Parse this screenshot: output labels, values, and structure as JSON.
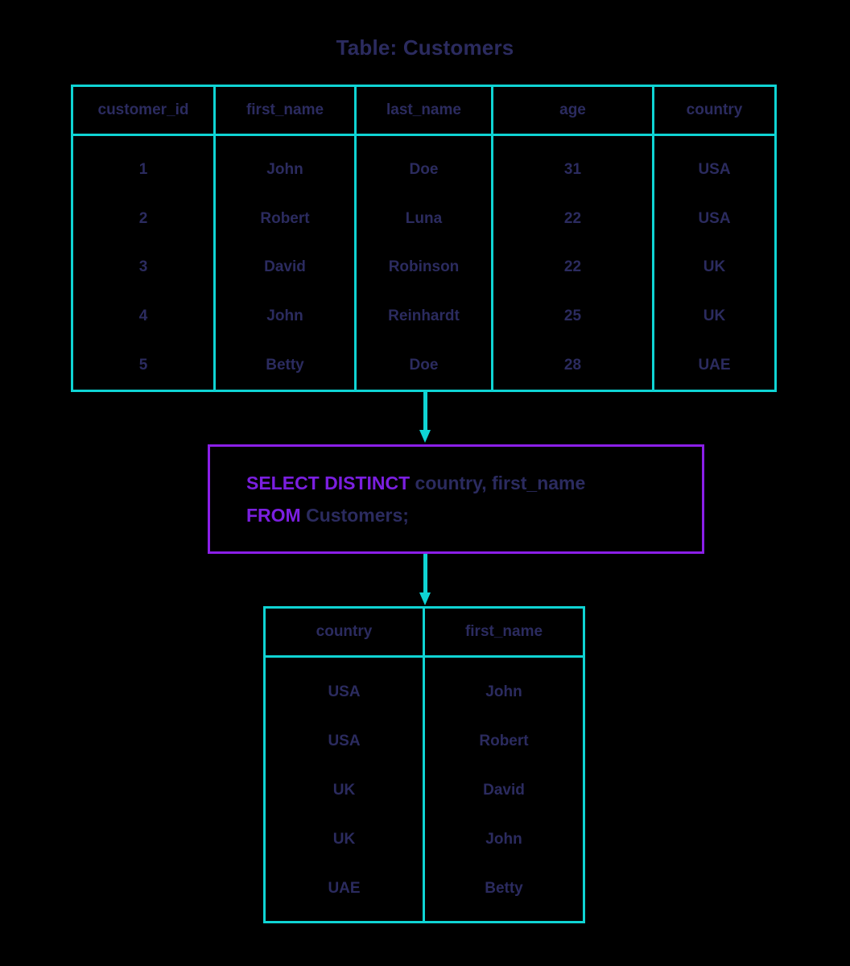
{
  "title": "Table: Customers",
  "colors": {
    "background": "#000000",
    "table_border": "#0fd4d4",
    "arrow": "#0fd4d4",
    "query_box_border": "#8b1fe8",
    "keyword": "#7b1fe0",
    "text": "#2b2b5f"
  },
  "source_table": {
    "name": "Customers",
    "columns": [
      "customer_id",
      "first_name",
      "last_name",
      "age",
      "country"
    ],
    "rows": [
      [
        "1",
        "John",
        "Doe",
        "31",
        "USA"
      ],
      [
        "2",
        "Robert",
        "Luna",
        "22",
        "USA"
      ],
      [
        "3",
        "David",
        "Robinson",
        "22",
        "UK"
      ],
      [
        "4",
        "John",
        "Reinhardt",
        "25",
        "UK"
      ],
      [
        "5",
        "Betty",
        "Doe",
        "28",
        "UAE"
      ]
    ]
  },
  "query": {
    "line1_keyword": "SELECT DISTINCT",
    "line1_rest": " country, first_name",
    "line2_keyword": "FROM",
    "line2_rest": " Customers;"
  },
  "result_table": {
    "columns": [
      "country",
      "first_name"
    ],
    "rows": [
      [
        "USA",
        "John"
      ],
      [
        "USA",
        "Robert"
      ],
      [
        "UK",
        "David"
      ],
      [
        "UK",
        "John"
      ],
      [
        "UAE",
        "Betty"
      ]
    ]
  }
}
